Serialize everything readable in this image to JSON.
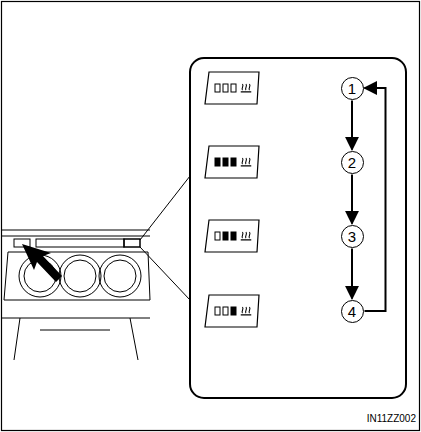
{
  "diagram": {
    "nodes": [
      {
        "text": [
          "1"
        ]
      },
      {
        "text": [
          "2"
        ]
      },
      {
        "text": [
          "3"
        ]
      },
      {
        "text": [
          "4"
        ]
      }
    ],
    "edges": [
      {
        "from": 0,
        "to": 1,
        "arrow": "to"
      },
      {
        "from": 1,
        "to": 2,
        "arrow": "to"
      },
      {
        "from": 2,
        "to": 3,
        "arrow": "to"
      },
      {
        "from": 3,
        "to": 0,
        "arrow": "to"
      }
    ],
    "labels": [
      "IN11ZZ002"
    ]
  }
}
